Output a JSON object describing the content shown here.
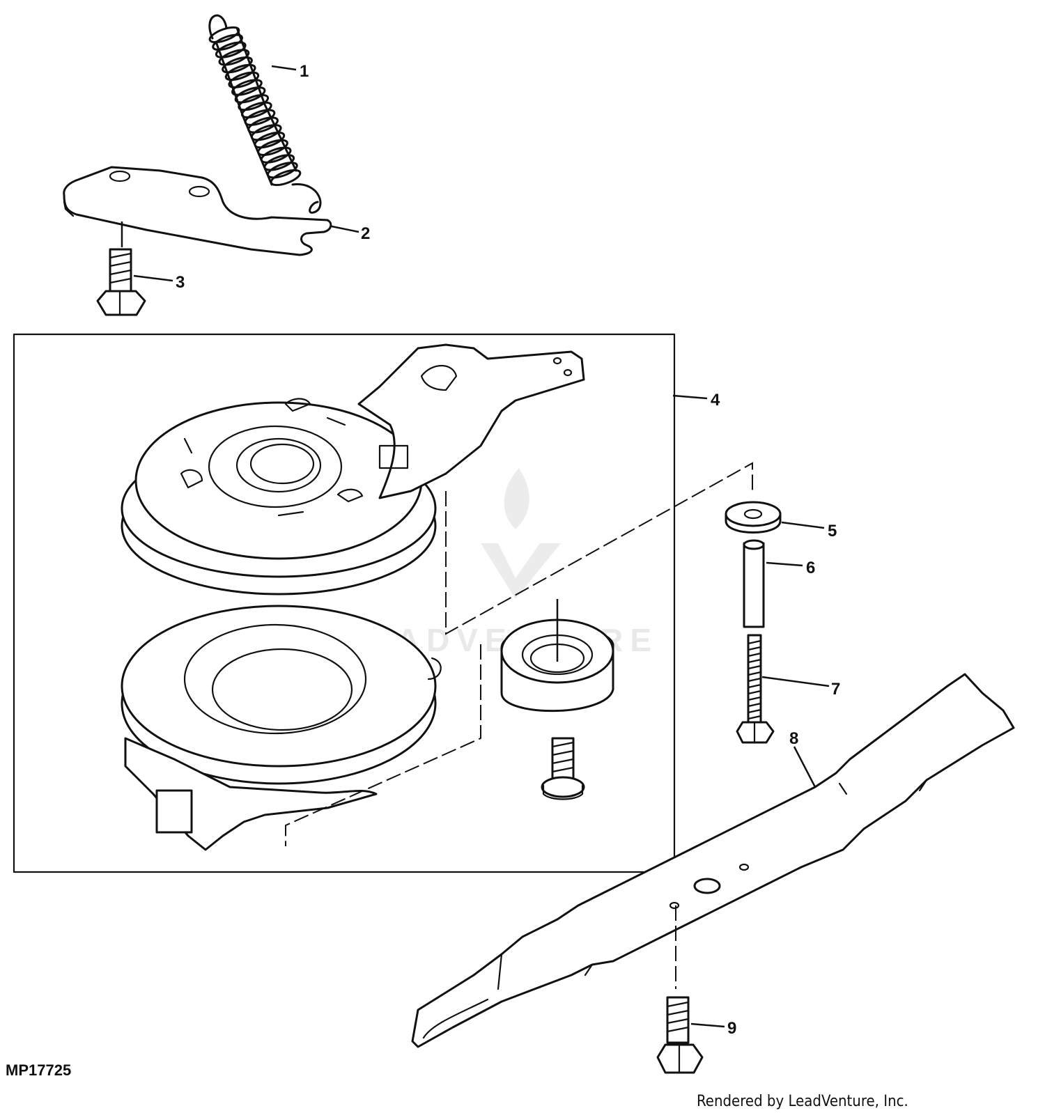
{
  "callouts": {
    "c1": "1",
    "c2": "2",
    "c3": "3",
    "c4": "4",
    "c5": "5",
    "c6": "6",
    "c7": "7",
    "c8": "8",
    "c9": "9"
  },
  "figure_code": "MP17725",
  "watermark": "LEADVENTURE",
  "credit": "Rendered by LeadVenture, Inc."
}
